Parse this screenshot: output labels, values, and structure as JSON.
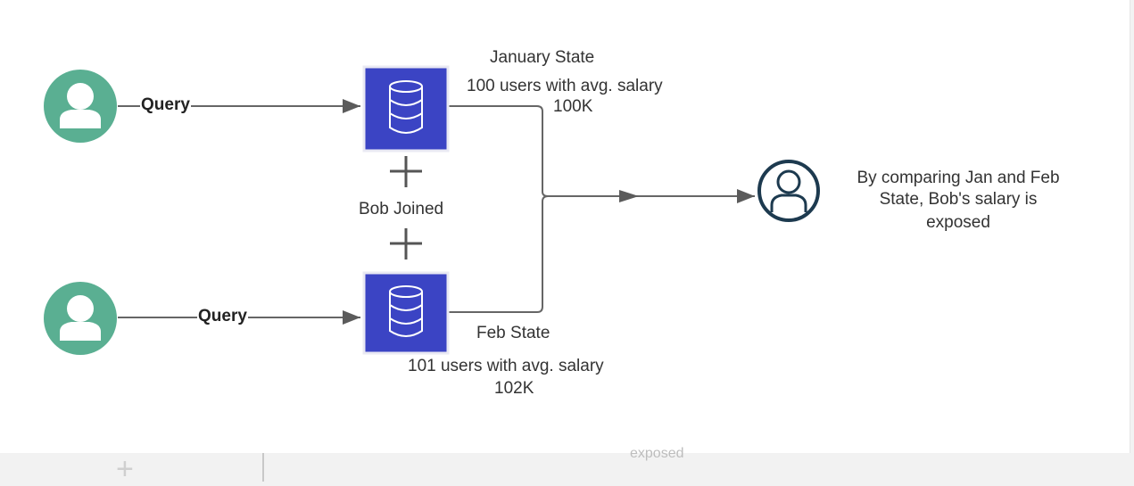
{
  "edges": {
    "query_top": "Query",
    "query_bottom": "Query"
  },
  "db_top": {
    "title": "January State",
    "line1": "100 users with avg. salary",
    "line2": "100K"
  },
  "middle": {
    "label": "Bob Joined"
  },
  "db_bottom": {
    "title": "Feb State",
    "line1": "101 users with avg. salary",
    "line2": "102K"
  },
  "attacker": {
    "line1": "By comparing Jan and Feb",
    "line2": "State, Bob's salary is",
    "line3": "exposed"
  },
  "colors": {
    "user": "#5aaf92",
    "database": "#3b44c4",
    "attacker": "#1d3a4f",
    "edge": "#666666"
  },
  "icons": [
    "user-icon",
    "user-icon",
    "database-icon",
    "database-icon",
    "plus-icon",
    "plus-icon",
    "attacker-user-icon"
  ]
}
